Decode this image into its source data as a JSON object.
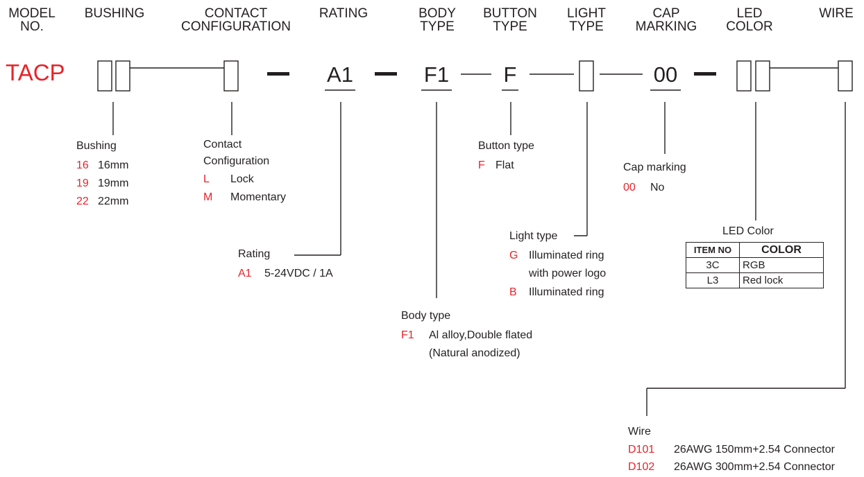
{
  "headers": [
    {
      "l1": "MODEL",
      "l2": "NO."
    },
    {
      "l1": "BUSHING",
      "l2": ""
    },
    {
      "l1": "CONTACT",
      "l2": "CONFIGURATION"
    },
    {
      "l1": "RATING",
      "l2": ""
    },
    {
      "l1": "BODY",
      "l2": "TYPE"
    },
    {
      "l1": "BUTTON",
      "l2": "TYPE"
    },
    {
      "l1": "LIGHT",
      "l2": "TYPE"
    },
    {
      "l1": "CAP",
      "l2": "MARKING"
    },
    {
      "l1": "LED",
      "l2": "COLOR"
    },
    {
      "l1": "WIRE",
      "l2": ""
    }
  ],
  "model_code": "TACP",
  "segments": {
    "rating": "A1",
    "body": "F1",
    "button": "F",
    "cap": "00"
  },
  "bushing": {
    "title": "Bushing",
    "options": [
      {
        "code": "16",
        "desc": "16mm"
      },
      {
        "code": "19",
        "desc": "19mm"
      },
      {
        "code": "22",
        "desc": "22mm"
      }
    ]
  },
  "contact": {
    "title1": "Contact",
    "title2": "Configuration",
    "options": [
      {
        "code": "L",
        "desc": "Lock"
      },
      {
        "code": "M",
        "desc": "Momentary"
      }
    ]
  },
  "rating": {
    "title": "Rating",
    "options": [
      {
        "code": "A1",
        "desc": "5-24VDC / 1A"
      }
    ]
  },
  "body": {
    "title": "Body type",
    "code": "F1",
    "desc1": "Al alloy,Double flated",
    "desc2": "(Natural anodized)"
  },
  "button": {
    "title": "Button type",
    "options": [
      {
        "code": "F",
        "desc": "Flat"
      }
    ]
  },
  "light": {
    "title": "Light type",
    "g_code": "G",
    "g_desc1": "Illuminated ring",
    "g_desc2": "with power logo",
    "b_code": "B",
    "b_desc": "Illuminated ring"
  },
  "cap": {
    "title": "Cap marking",
    "options": [
      {
        "code": "00",
        "desc": "No"
      }
    ]
  },
  "led": {
    "title": "LED Color",
    "col1": "ITEM NO",
    "col2": "COLOR",
    "rows": [
      {
        "item": "3C",
        "color": "RGB"
      },
      {
        "item": "L3",
        "color": "Red lock"
      }
    ]
  },
  "wire": {
    "title": "Wire",
    "options": [
      {
        "code": "D101",
        "desc": "26AWG 150mm+2.54 Connector"
      },
      {
        "code": "D102",
        "desc": "26AWG 300mm+2.54 Connector"
      }
    ]
  },
  "colors": {
    "accent": "#e8232a",
    "ink": "#231f20"
  }
}
